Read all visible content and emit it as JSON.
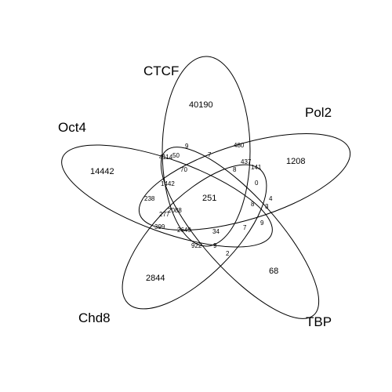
{
  "sets": {
    "ctcf": "CTCF",
    "pol2": "Pol2",
    "oct4": "Oct4",
    "chd8": "Chd8",
    "tbp": "TBP"
  },
  "regions": {
    "ctcf_only": "40190",
    "pol2_only": "1208",
    "oct4_only": "14442",
    "chd8_only": "2844",
    "tbp_only": "68",
    "all": "251",
    "r_9": "9",
    "r_480": "480",
    "r_4114": "4114",
    "r_50": "50",
    "r_7a": "7",
    "r_437": "437",
    "r_70": "70",
    "r_8a": "8",
    "r_141": "141",
    "r_1442": "1442",
    "r_0": "0",
    "r_238": "238",
    "r_4": "4",
    "r_8b": "8",
    "r_2088": "2088",
    "r_3": "3",
    "r_277": "277",
    "r_9b": "9",
    "r_399": "399",
    "r_2649": "2649",
    "r_34": "34",
    "r_7b": "7",
    "r_922": "922",
    "r_9c": "9",
    "r_2": "2"
  }
}
